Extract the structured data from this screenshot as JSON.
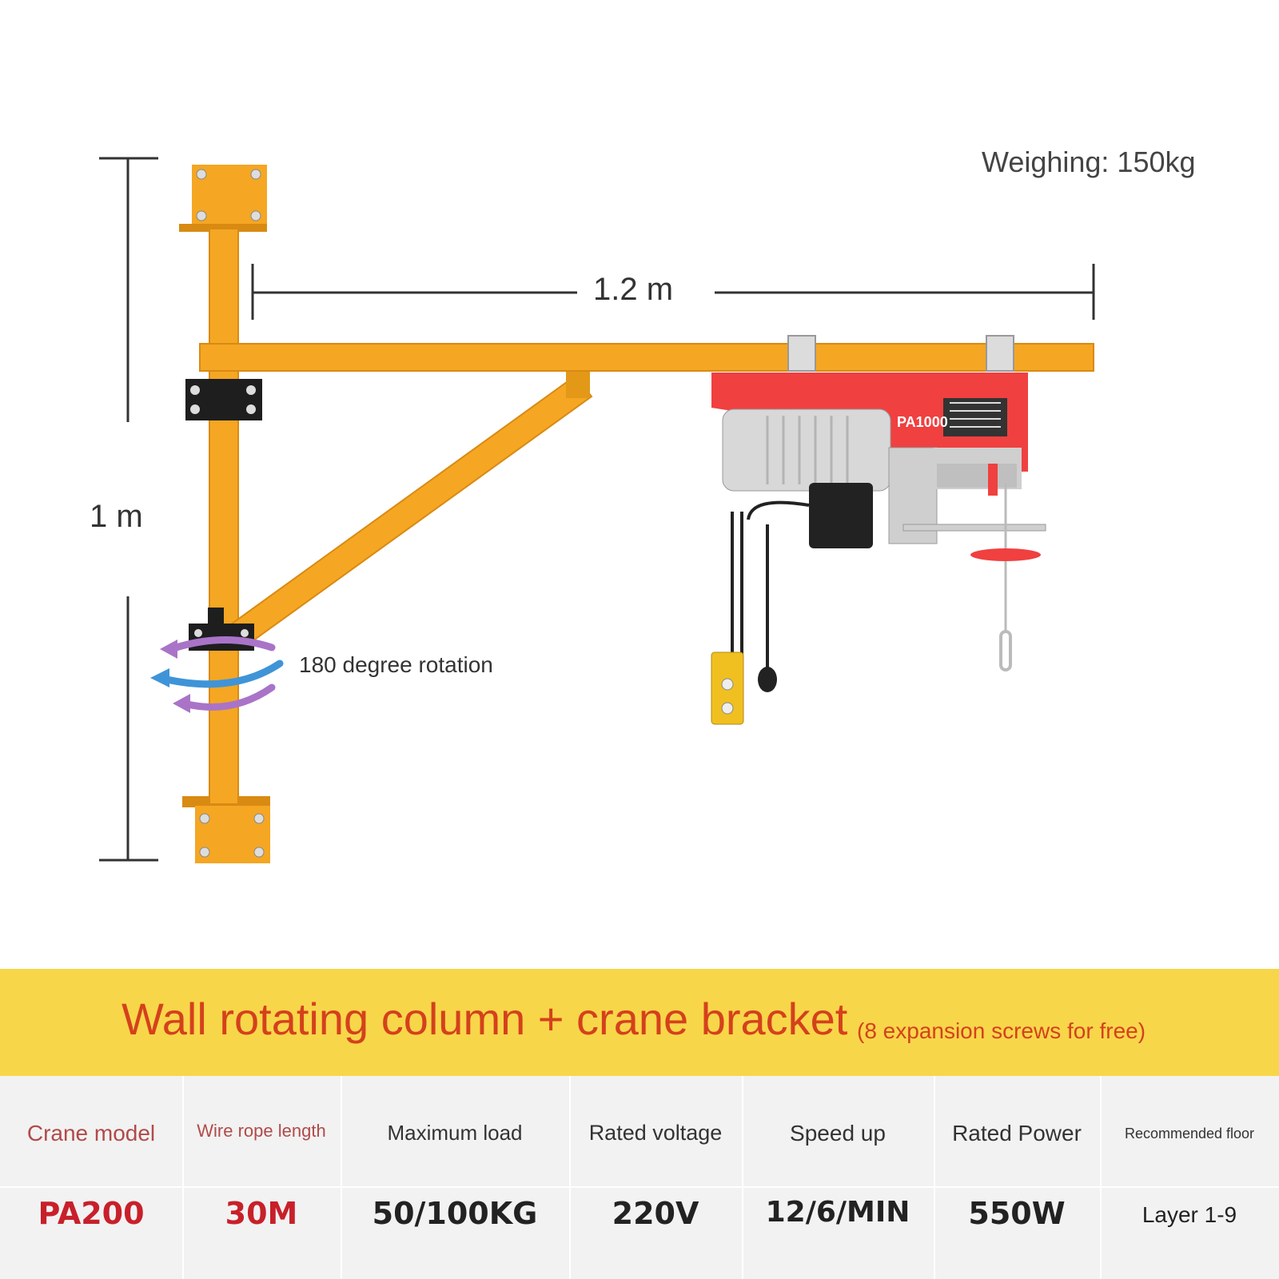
{
  "weight_label": "Weighing: 150kg",
  "dimensions": {
    "width": "1.2 m",
    "height": "1 m"
  },
  "rotation_label": "180 degree rotation",
  "hoist_model_badge": "PA1000",
  "banner": {
    "title": "Wall rotating column + crane bracket",
    "note": "(8 expansion screws for free)"
  },
  "specs": [
    {
      "header": "Crane model",
      "value": "PA200"
    },
    {
      "header": "Wire rope length",
      "value": "30M"
    },
    {
      "header": "Maximum load",
      "value": "50/100KG"
    },
    {
      "header": "Rated voltage",
      "value": "220V"
    },
    {
      "header": "Speed up",
      "value": "12/6/MIN"
    },
    {
      "header": "Rated Power",
      "value": "550W"
    },
    {
      "header": "Recommended floor",
      "value": "Layer 1-9"
    }
  ],
  "colors": {
    "frame": "#f5a623",
    "hoist": "#f04040",
    "banner": "#f8d64a",
    "banner_text": "#d4411c",
    "highlight_value": "#c8202a",
    "spec_background": "#f2f2f2"
  },
  "icons": [
    "wall-crane-illustration",
    "electric-hoist-icon",
    "rotation-arrow-icon",
    "remote-pendant-icon"
  ]
}
